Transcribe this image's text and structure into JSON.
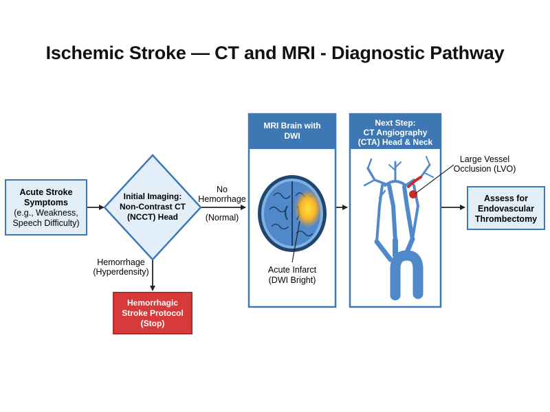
{
  "title": "Ischemic Stroke — CT and MRI - Diagnostic Pathway",
  "colors": {
    "box_fill": "#e2eef8",
    "box_stroke": "#3e78b4",
    "header_fill": "#3e78b4",
    "stop_fill": "#d73a3a",
    "stop_stroke": "#b02a2a",
    "arrow": "#222222",
    "brain_blue": "#4f89c9",
    "brain_dark": "#20466f",
    "infarct": "#f5b72a",
    "vessel": "#4f89c9",
    "occlusion": "#cc2a2a"
  },
  "nodes": {
    "symptoms": [
      "Acute Stroke",
      "Symptoms",
      "(e.g., Weakness,",
      "Speech Difficulty)"
    ],
    "initial_imaging": [
      "Initial Imaging:",
      "Non-Contrast CT",
      "(NCCT) Head"
    ],
    "hemorrhagic": [
      "Hemorrhagic",
      "Stroke Protocol",
      "(Stop)"
    ],
    "mri": {
      "header": [
        "MRI Brain with",
        "DWI"
      ],
      "caption": [
        "Acute Infarct",
        "(DWI Bright)"
      ]
    },
    "cta": {
      "header": [
        "Next Step:",
        "CT Angiography",
        "(CTA) Head & Neck"
      ],
      "annotation": [
        "Large Vessel",
        "Occlusion (LVO)"
      ]
    },
    "assess": [
      "Assess for",
      "Endovascular",
      "Thrombectomy"
    ]
  },
  "edges": {
    "no_hemorrhage": [
      "No",
      "Hemorrhage"
    ],
    "normal": "(Normal)",
    "hemorrhage": [
      "Hemorrhage",
      "(Hyperdensity)"
    ]
  }
}
